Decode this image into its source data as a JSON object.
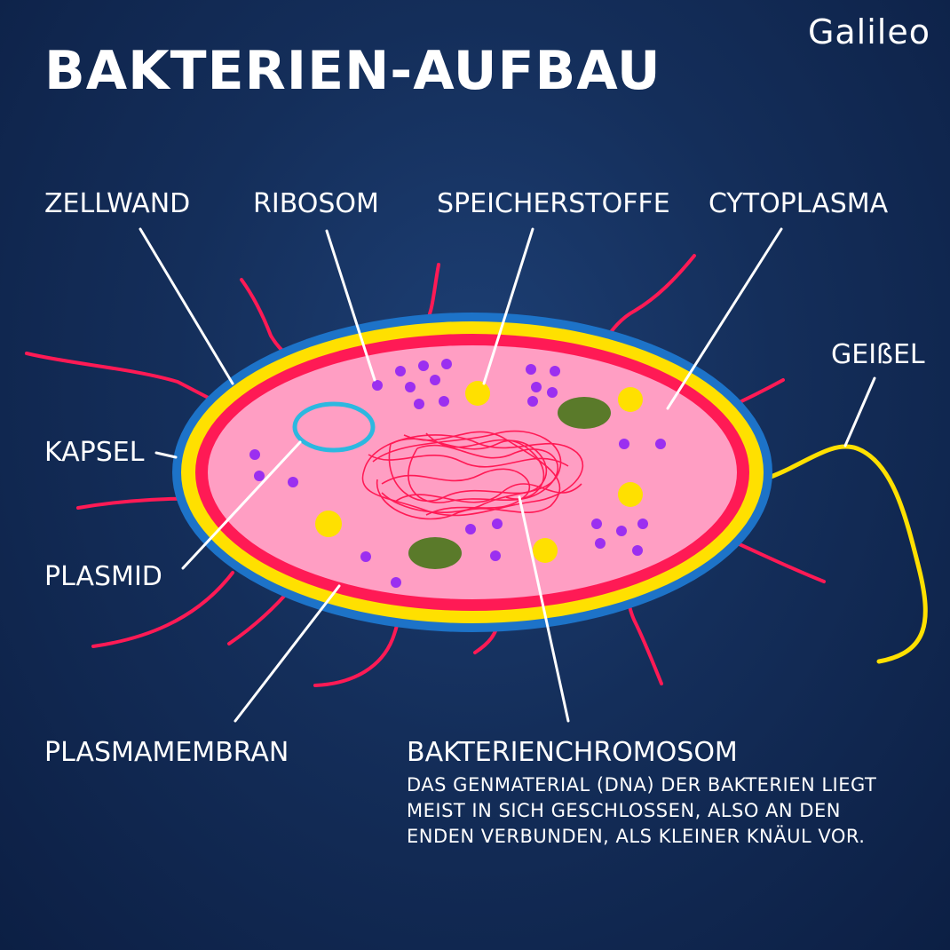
{
  "title": "BAKTERIEN-AUFBAU",
  "brand": "Galileo",
  "labels": {
    "zellwand": "ZELLWAND",
    "ribosom": "RIBOSOM",
    "speicherstoffe": "SPEICHERSTOFFE",
    "cytoplasma": "CYTOPLASMA",
    "geissel": "GEIßEL",
    "kapsel": "KAPSEL",
    "plasmid": "PLASMID",
    "plasmamembran": "PLASMAMEMBRAN",
    "bakterienchromosom": "BAKTERIENCHROMOSOM"
  },
  "chromosom_description": "DAS GENMATERIAL (DNA) DER BAKTERIEN LIEGT MEIST IN SICH GESCHLOSSEN, ALSO AN DEN ENDEN VERBUNDEN, ALS KLEINER KNÄUL VOR.",
  "colors": {
    "background": "#132c57",
    "kapsel": "#1d73c8",
    "zellwand": "#ffe000",
    "plasmamembran": "#ff1a55",
    "cytoplasma": "#ff9ec3",
    "ribosom": "#9b2ff0",
    "speicherstoffe": "#ffe000",
    "plasmid": "#2cb8e0",
    "granula": "#5a7a2a",
    "pili": "#ff1a55",
    "geissel": "#ffe000",
    "pointer": "#ffffff"
  }
}
